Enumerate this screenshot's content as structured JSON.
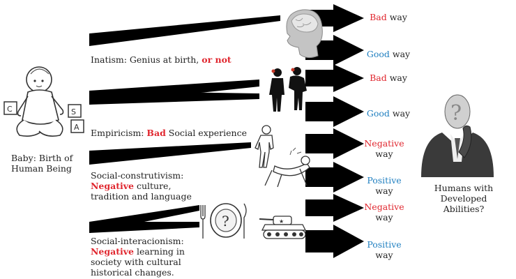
{
  "source": {
    "label_line1": "Baby: Birth of",
    "label_line2": "Human Being"
  },
  "target": {
    "label_line1": "Humans with",
    "label_line2": "Developed",
    "label_line3": "Abilities?"
  },
  "theories": [
    {
      "prefix": "Inatism: Genius at birth, ",
      "emphasis": "or not",
      "suffix": ""
    },
    {
      "prefix": "Empiricism: ",
      "emphasis": "Bad",
      "suffix": " Social experience"
    },
    {
      "prefix": "Social-construtivism:",
      "emphasis": "Negative",
      "suffix": " culture,",
      "line3": "tradition and language"
    },
    {
      "prefix": "Social-interacionism:",
      "emphasis": "Negative",
      "suffix": " learning  in",
      "line3": "society with cultural",
      "line4": "historical changes."
    }
  ],
  "outcomes": [
    {
      "highlight": "Bad",
      "rest": " way",
      "color": "#e0262e"
    },
    {
      "highlight": "Good",
      "rest": " way",
      "color": "#1f7fc0"
    },
    {
      "highlight": "Bad",
      "rest": " way",
      "color": "#e0262e"
    },
    {
      "highlight": "Good",
      "rest": " way",
      "color": "#1f7fc0"
    },
    {
      "highlight": "Negative",
      "rest": "way",
      "color": "#e0262e"
    },
    {
      "highlight": "Positive",
      "rest": "way",
      "color": "#1f7fc0"
    },
    {
      "highlight": "Negative",
      "rest": "way",
      "color": "#e0262e"
    },
    {
      "highlight": "Positive",
      "rest": "way",
      "color": "#1f7fc0"
    }
  ],
  "colors": {
    "arrow": "#000000",
    "negative": "#e0262e",
    "positive": "#1f7fc0"
  },
  "icons": [
    "baby-with-blocks-icon",
    "brain-head-icon",
    "children-silhouette-icon",
    "fighters-sketch-icon",
    "question-plate-icon",
    "tank-icon",
    "faceless-businessman-icon"
  ]
}
